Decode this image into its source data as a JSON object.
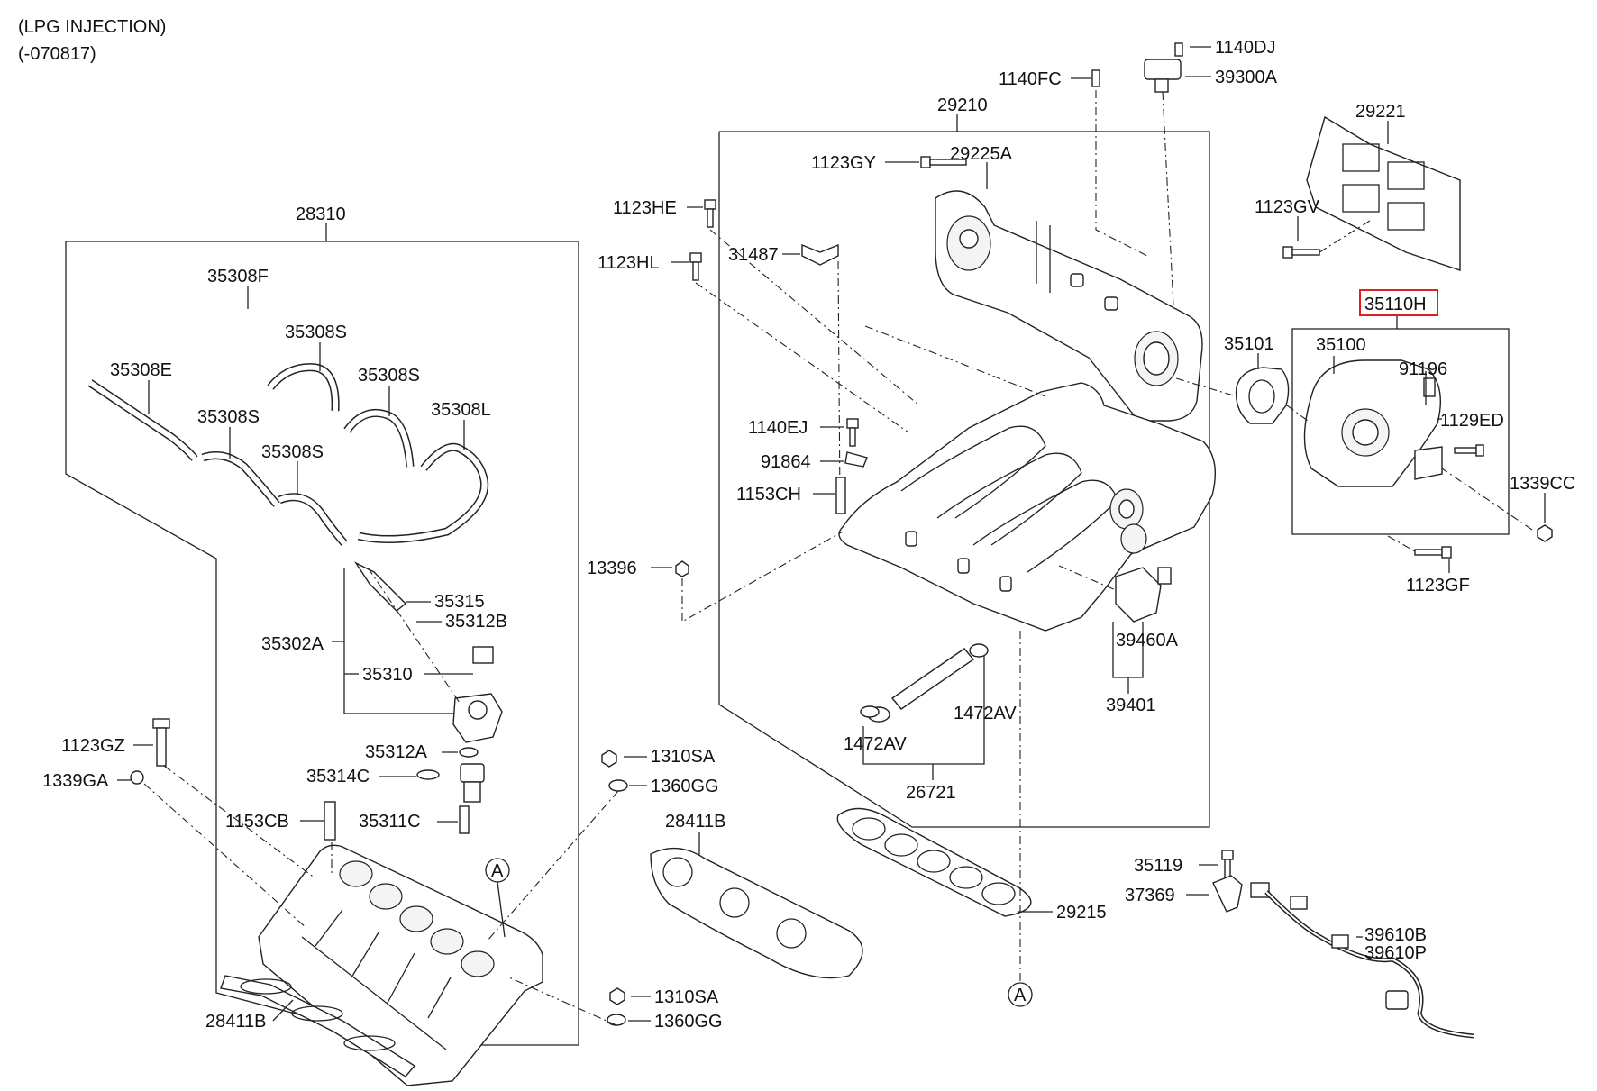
{
  "header": {
    "line1": "(LPG INJECTION)",
    "line2": "(-070817)"
  },
  "colors": {
    "ink": "#222222",
    "highlight": "#e02020",
    "background": "#ffffff"
  },
  "callouts": {
    "p28310": "28310",
    "p35308F": "35308F",
    "p35308E": "35308E",
    "p35308S_a": "35308S",
    "p35308S_b": "35308S",
    "p35308S_c": "35308S",
    "p35308S_d": "35308S",
    "p35308L": "35308L",
    "p35315": "35315",
    "p35312B": "35312B",
    "p35302A": "35302A",
    "p35310": "35310",
    "p1123GZ": "1123GZ",
    "p1339GA": "1339GA",
    "p35312A": "35312A",
    "p35314C": "35314C",
    "p1153CB": "1153CB",
    "p35311C": "35311C",
    "p28411B_bottom": "28411B",
    "p1310SA_a": "1310SA",
    "p1360GG_a": "1360GG",
    "p28411B_mid": "28411B",
    "p1310SA_b": "1310SA",
    "p1360GG_b": "1360GG",
    "refA_left": "A",
    "refA_right": "A",
    "p29210": "29210",
    "p1140FC": "1140FC",
    "p1140DJ": "1140DJ",
    "p39300A": "39300A",
    "p1123GY": "1123GY",
    "p29225A": "29225A",
    "p1123HE": "1123HE",
    "p1123HL": "1123HL",
    "p31487": "31487",
    "p1140EJ": "1140EJ",
    "p91864": "91864",
    "p1153CH": "1153CH",
    "p13396": "13396",
    "p39460A": "39460A",
    "p39401": "39401",
    "p1472AV_a": "1472AV",
    "p1472AV_b": "1472AV",
    "p26721": "26721",
    "p29215": "29215",
    "p29221": "29221",
    "p1123GV": "1123GV",
    "p35110H": "35110H",
    "p35101": "35101",
    "p35100": "35100",
    "p91196": "91196",
    "p1129ED": "1129ED",
    "p1339CC": "1339CC",
    "p1123GF": "1123GF",
    "p35119": "35119",
    "p37369": "37369",
    "p39610B": "39610B",
    "p39610P": "39610P"
  }
}
